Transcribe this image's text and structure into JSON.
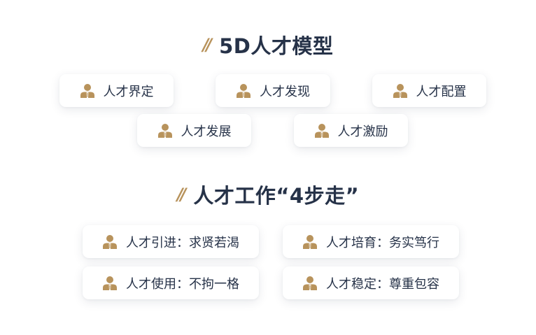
{
  "section1": {
    "title": "5D人才模型",
    "cards": [
      {
        "label": "人才界定",
        "icon": "person-icon"
      },
      {
        "label": "人才发现",
        "icon": "person-icon"
      },
      {
        "label": "人才配置",
        "icon": "person-icon"
      },
      {
        "label": "人才发展",
        "icon": "person-icon"
      },
      {
        "label": "人才激励",
        "icon": "person-icon"
      }
    ]
  },
  "section2": {
    "title": "人才工作“4步走”",
    "cards": [
      {
        "label": "人才引进：求贤若渴",
        "icon": "person-icon"
      },
      {
        "label": "人才培育：务实笃行",
        "icon": "person-icon"
      },
      {
        "label": "人才使用：不拘一格",
        "icon": "person-icon"
      },
      {
        "label": "人才稳定：尊重包容",
        "icon": "person-icon"
      }
    ]
  },
  "decor": {
    "slash": "//"
  },
  "colors": {
    "accent": "#b8935c",
    "text": "#263248",
    "card_bg": "#ffffff"
  }
}
